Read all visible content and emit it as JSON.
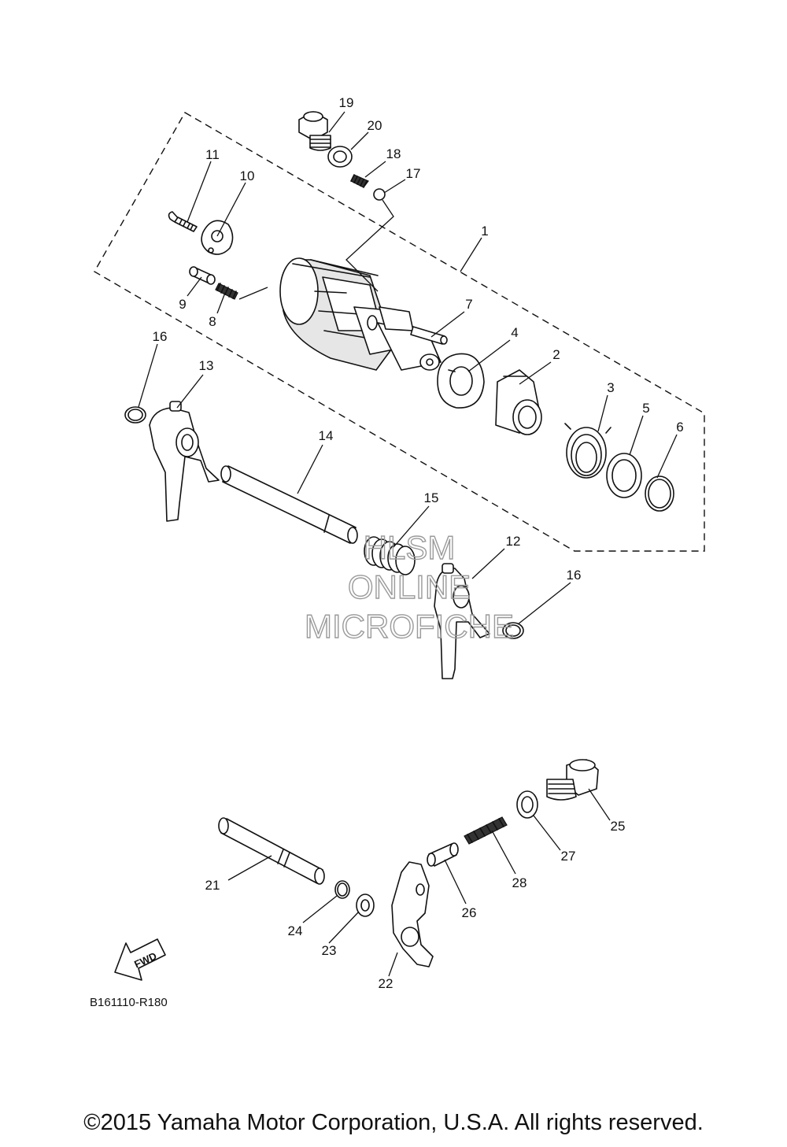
{
  "callouts": {
    "c1": "1",
    "c2": "2",
    "c3": "3",
    "c4": "4",
    "c5": "5",
    "c6": "6",
    "c7": "7",
    "c8": "8",
    "c9": "9",
    "c10": "10",
    "c11": "11",
    "c12": "12",
    "c13": "13",
    "c14": "14",
    "c15": "15",
    "c16a": "16",
    "c16b": "16",
    "c17": "17",
    "c18": "18",
    "c19": "19",
    "c20": "20",
    "c21": "21",
    "c22": "22",
    "c23": "23",
    "c24": "24",
    "c25": "25",
    "c26": "26",
    "c27": "27",
    "c28": "28"
  },
  "fwd_label": "FWD",
  "diagram_code": "B161110-R180",
  "watermark": {
    "line1": "HLSM",
    "line2": "ONLINE",
    "line3": "MICROFICHE"
  },
  "copyright": "©2015 Yamaha Motor Corporation, U.S.A. All rights reserved."
}
